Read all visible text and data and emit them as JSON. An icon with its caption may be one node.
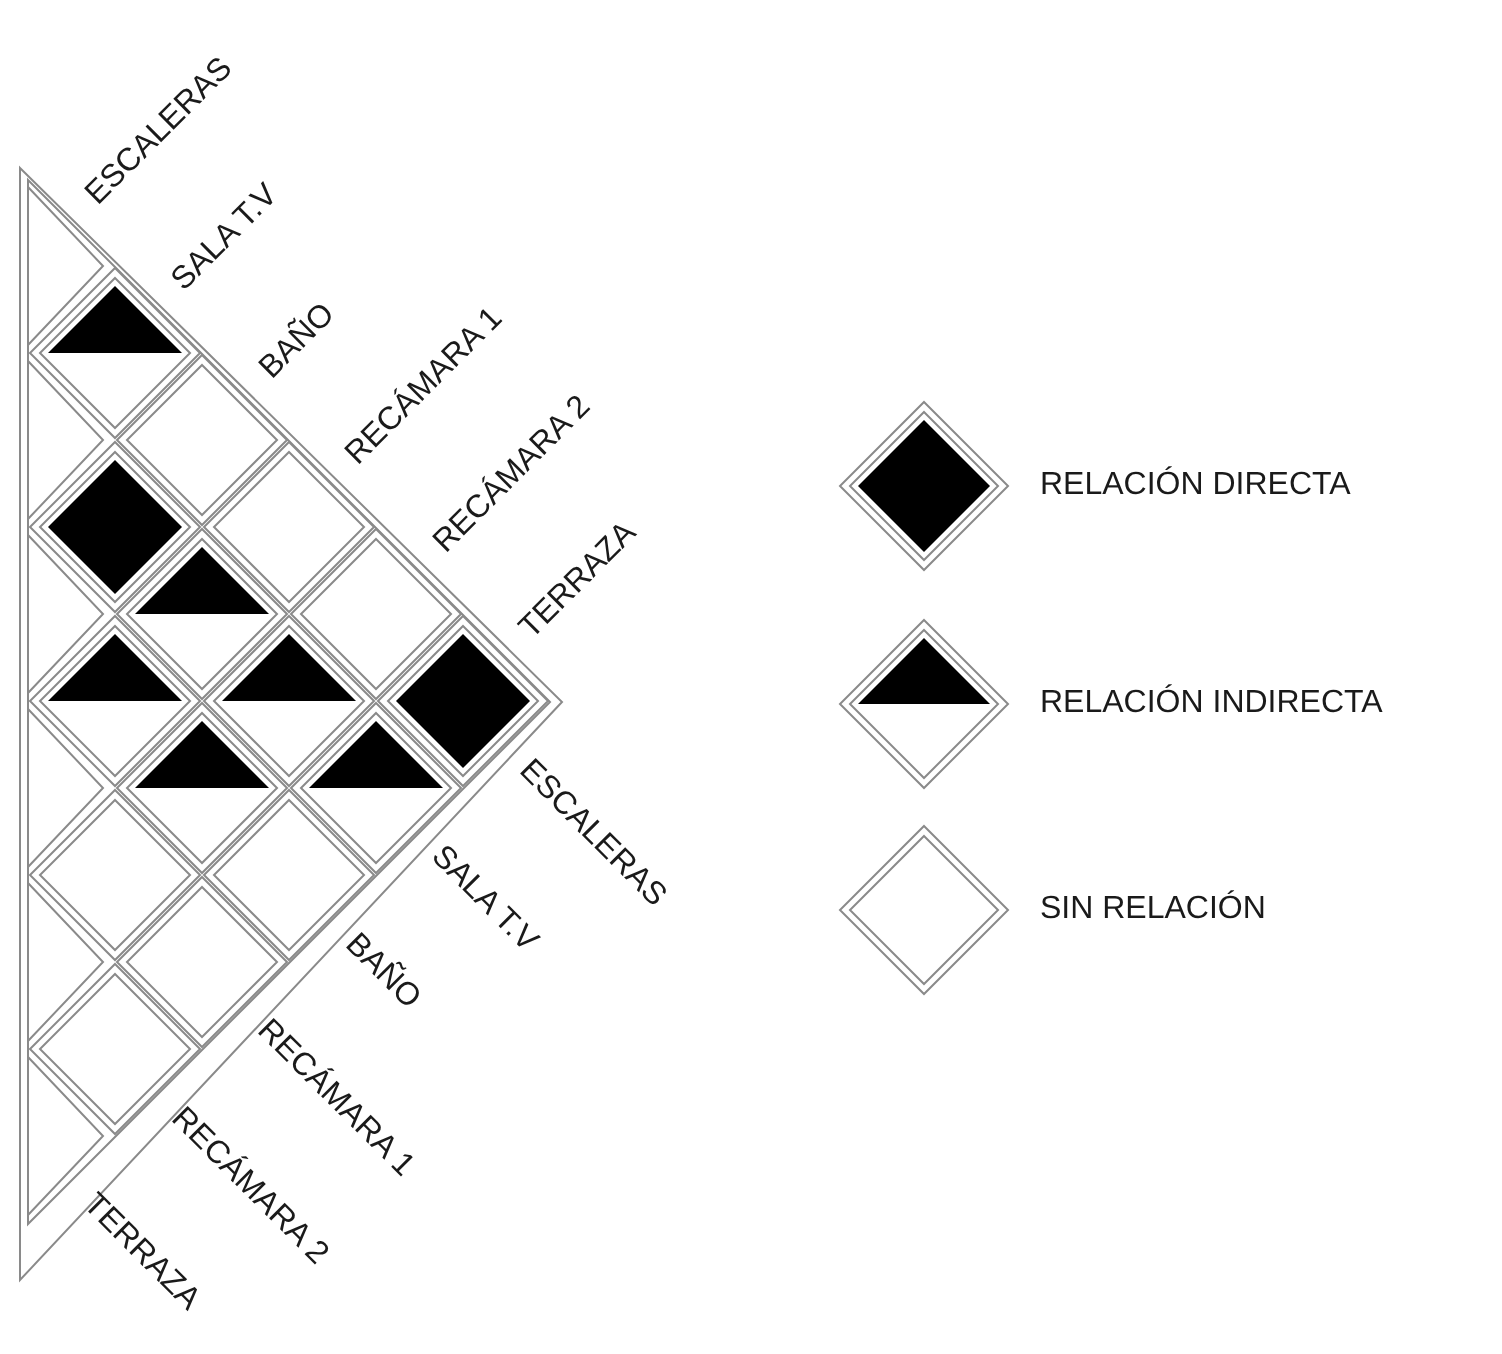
{
  "diagram": {
    "labels": [
      "ESCALERAS",
      "SALA T.V",
      "BAÑO",
      "RECÁMARA 1",
      "RECÁMARA 2",
      "TERRAZA",
      "ESCALERAS",
      "SALA T.V",
      "BAÑO",
      "RECÁMARA 1",
      "RECÁMARA 2",
      "TERRAZA"
    ],
    "legend": [
      {
        "text": "RELACIÓN DIRECTA"
      },
      {
        "text": "RELACIÓN INDIRECTA"
      },
      {
        "text": "SIN RELACIÓN"
      }
    ]
  }
}
